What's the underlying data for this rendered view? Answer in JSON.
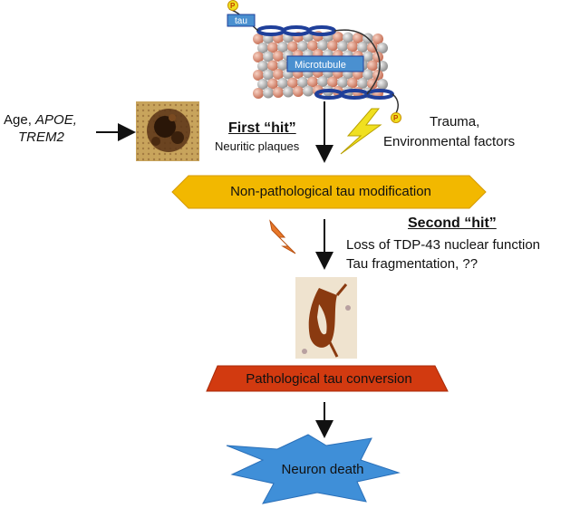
{
  "top_labels": {
    "tau": "tau",
    "microtubule": "Microtubule",
    "phospho": "P"
  },
  "risk_factors": {
    "line1_prefix": "Age, ",
    "line1_italic": "APOE,",
    "line2_italic": "TREM2"
  },
  "first_hit": {
    "title": "First “hit”",
    "detail": "Neuritic plaques"
  },
  "environment": {
    "line1": "Trauma,",
    "line2": "Environmental factors"
  },
  "nonpath": {
    "label": "Non-pathological tau modification"
  },
  "second_hit": {
    "title": "Second “hit”",
    "line1": "Loss of TDP-43 nuclear function",
    "line2": "Tau fragmentation, ??"
  },
  "path": {
    "label": "Pathological tau conversion"
  },
  "death": {
    "label": "Neuron death"
  },
  "colors": {
    "hexagon_fill": "#f2b800",
    "trapezoid_fill": "#d23a10",
    "star_fill": "#3f8fd8",
    "microtubule_label_fill": "#4a90d0",
    "tau_band": "#1f3f9a",
    "lightning": "#f0e020",
    "lightning_orange": "#e8782a"
  }
}
